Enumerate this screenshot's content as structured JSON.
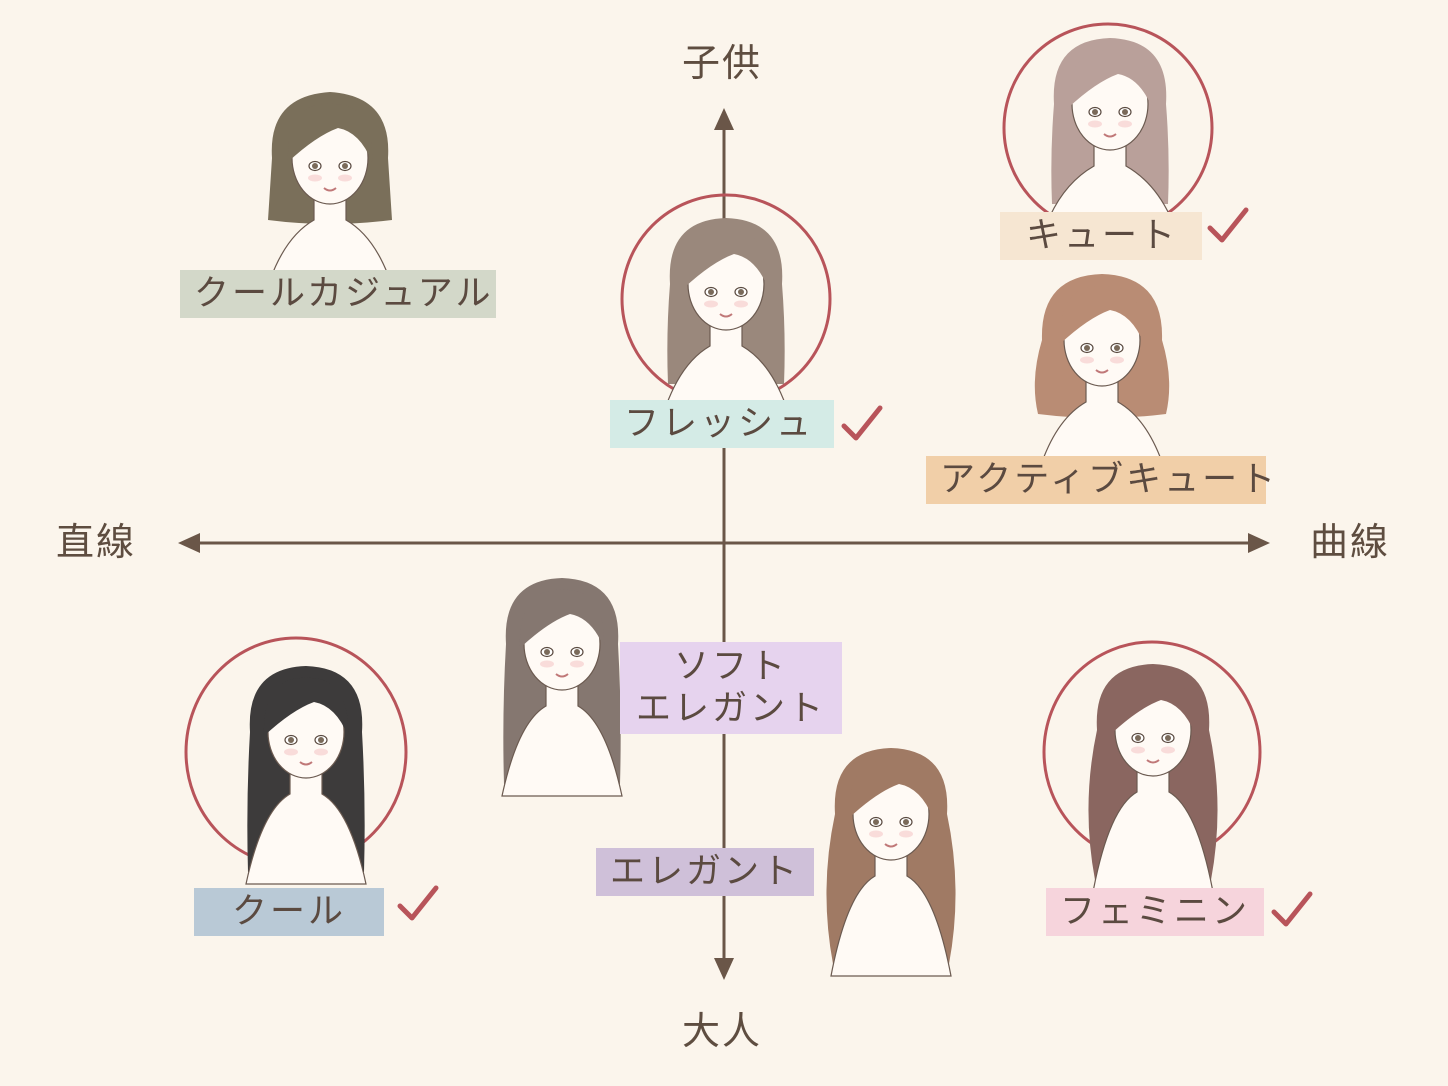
{
  "axes": {
    "top": "子供",
    "bottom": "大人",
    "left": "直線",
    "right": "曲線"
  },
  "colors": {
    "axis": "#6a5648",
    "ring": "#b8545a",
    "check": "#b8545a"
  },
  "styles": [
    {
      "key": "cool_casual",
      "label": "クールカジュアル",
      "tag_color": "#d3d8c9",
      "hair": "#7a6f5a",
      "hair_style": "bob",
      "selected": false
    },
    {
      "key": "fresh",
      "label": "フレッシュ",
      "tag_color": "#d4ebe6",
      "hair": "#9a887c",
      "hair_style": "medium",
      "selected": true
    },
    {
      "key": "cute",
      "label": "キュート",
      "tag_color": "#f6e6d2",
      "hair": "#b9a09a",
      "hair_style": "medium",
      "selected": true
    },
    {
      "key": "active_cute",
      "label": "アクティブキュート",
      "tag_color": "#f1cfa8",
      "hair": "#b98c74",
      "hair_style": "wavy-bob",
      "selected": false
    },
    {
      "key": "soft_elegant",
      "label_line1": "ソフト",
      "label_line2": "エレガント",
      "tag_color": "#e6d3ee",
      "hair": "#857770",
      "hair_style": "long",
      "selected": false
    },
    {
      "key": "cool",
      "label": "クール",
      "tag_color": "#b9c9d6",
      "hair": "#3d3b3b",
      "hair_style": "long-side",
      "selected": true
    },
    {
      "key": "elegant",
      "label": "エレガント",
      "tag_color": "#cfc0d9",
      "hair": "#a07a64",
      "hair_style": "long-wavy",
      "selected": false
    },
    {
      "key": "feminine",
      "label": "フェミニン",
      "tag_color": "#f6d4dc",
      "hair": "#8a6660",
      "hair_style": "long-wavy",
      "selected": true
    }
  ]
}
